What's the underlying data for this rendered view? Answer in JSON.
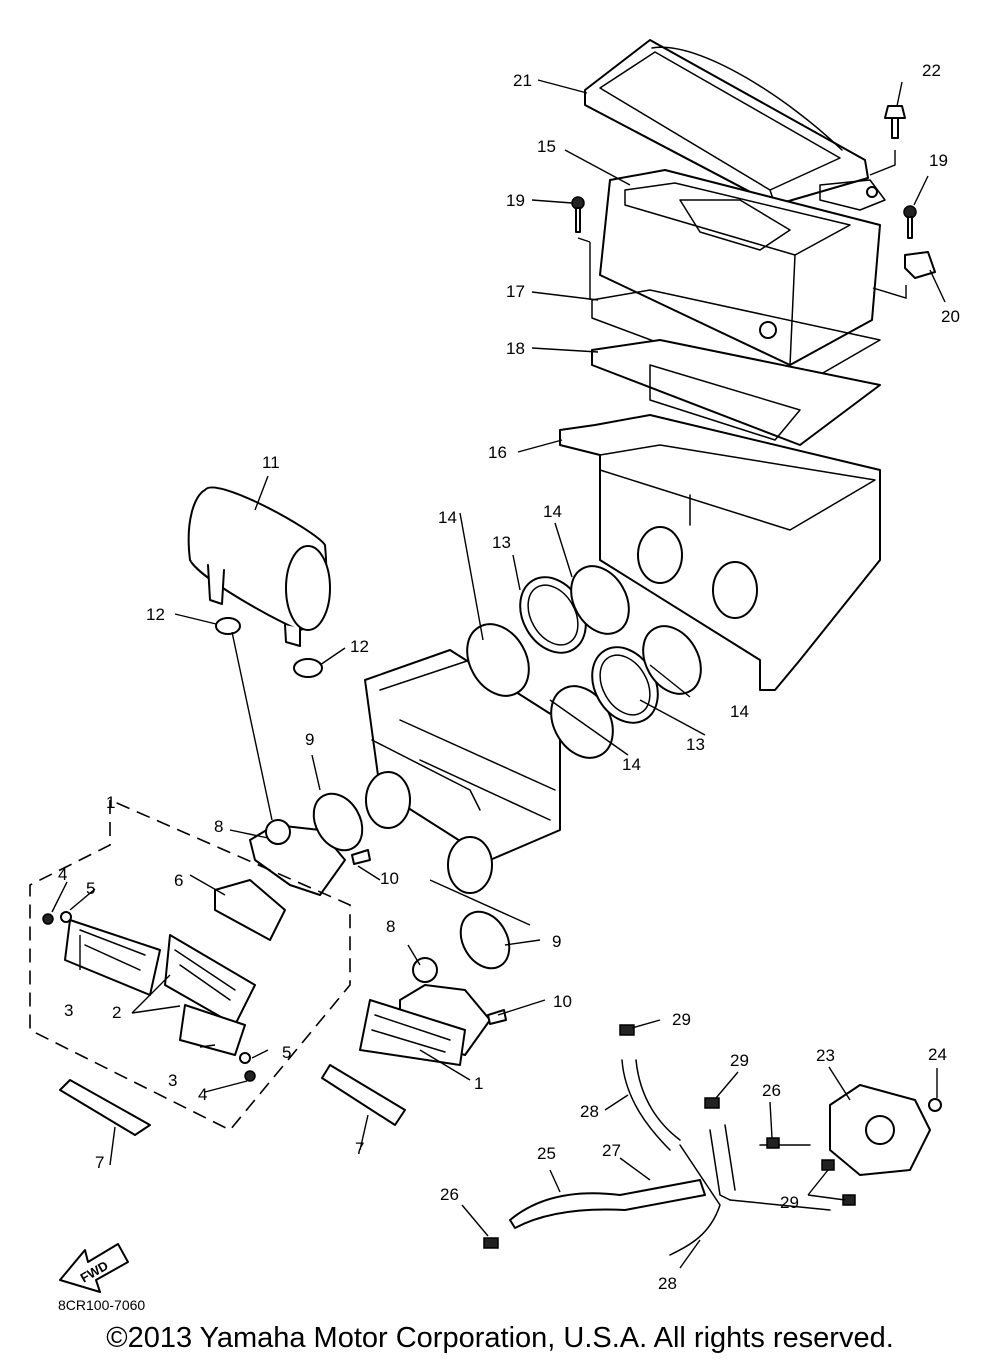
{
  "diagram_code": "8CR100-7060",
  "copyright": "©2013 Yamaha Motor Corporation, U.S.A. All rights reserved.",
  "fwd_label": "FWD",
  "callouts": {
    "c1a": "1",
    "c1b": "1",
    "c2": "2",
    "c3a": "3",
    "c3b": "3",
    "c4a": "4",
    "c4b": "4",
    "c5a": "5",
    "c5b": "5",
    "c6": "6",
    "c7a": "7",
    "c7b": "7",
    "c8a": "8",
    "c8b": "8",
    "c9a": "9",
    "c9b": "9",
    "c10a": "10",
    "c10b": "10",
    "c11": "11",
    "c12a": "12",
    "c12b": "12",
    "c13a": "13",
    "c13b": "13",
    "c14a": "14",
    "c14b": "14",
    "c14c": "14",
    "c14d": "14",
    "c15": "15",
    "c16": "16",
    "c17": "17",
    "c18": "18",
    "c19a": "19",
    "c19b": "19",
    "c20": "20",
    "c21": "21",
    "c22": "22",
    "c23": "23",
    "c24": "24",
    "c25": "25",
    "c26a": "26",
    "c26b": "26",
    "c27": "27",
    "c28a": "28",
    "c28b": "28",
    "c29a": "29",
    "c29b": "29",
    "c29c": "29"
  }
}
